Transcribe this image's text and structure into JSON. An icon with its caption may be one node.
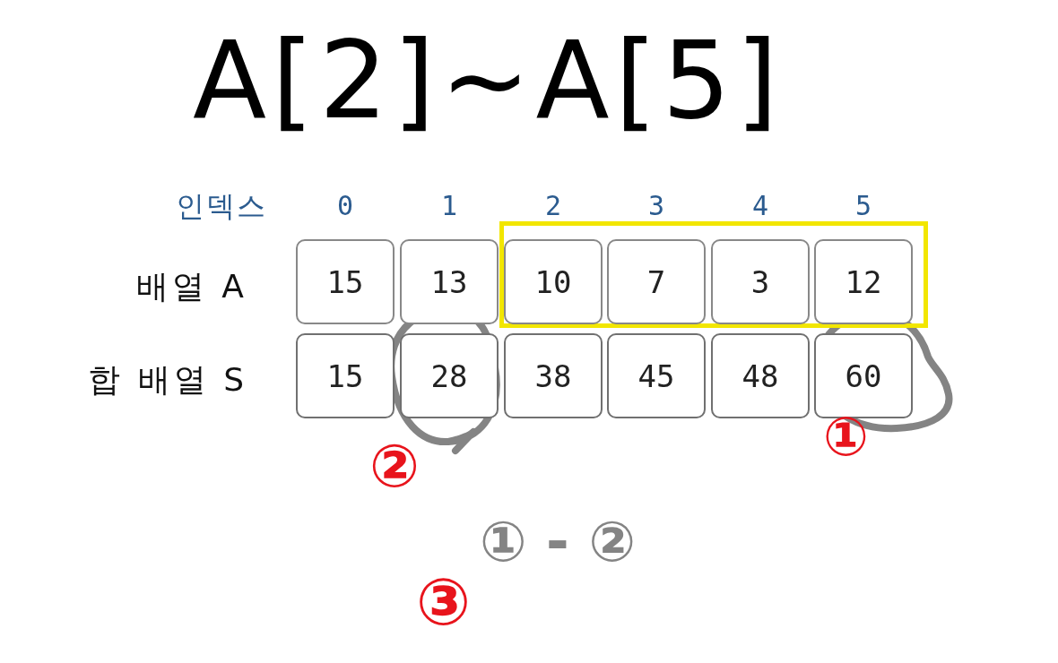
{
  "diagram": {
    "title": "A[2]~A[5]",
    "nodes": [
      {
        "text": [
          "15"
        ]
      },
      {
        "text": [
          "13"
        ]
      },
      {
        "text": [],
        "shape": "box"
      },
      {
        "text": [
          "10"
        ],
        "in": 2
      },
      {
        "text": [
          "7"
        ],
        "in": 2
      },
      {
        "text": [
          "3"
        ],
        "in": 2
      },
      {
        "text": [
          "12"
        ],
        "in": 2
      },
      {
        "text": [
          "15"
        ]
      },
      {
        "text": [
          "28"
        ]
      },
      {
        "text": [
          "38"
        ]
      },
      {
        "text": [
          "45"
        ]
      },
      {
        "text": [
          "48"
        ]
      },
      {
        "text": [
          "60"
        ]
      }
    ],
    "labels": [
      "인덱스",
      "0",
      "1",
      "2",
      "3",
      "4",
      "5",
      "배열 A",
      "합 배열 S",
      "①",
      "②",
      "① - ②",
      "③"
    ]
  }
}
